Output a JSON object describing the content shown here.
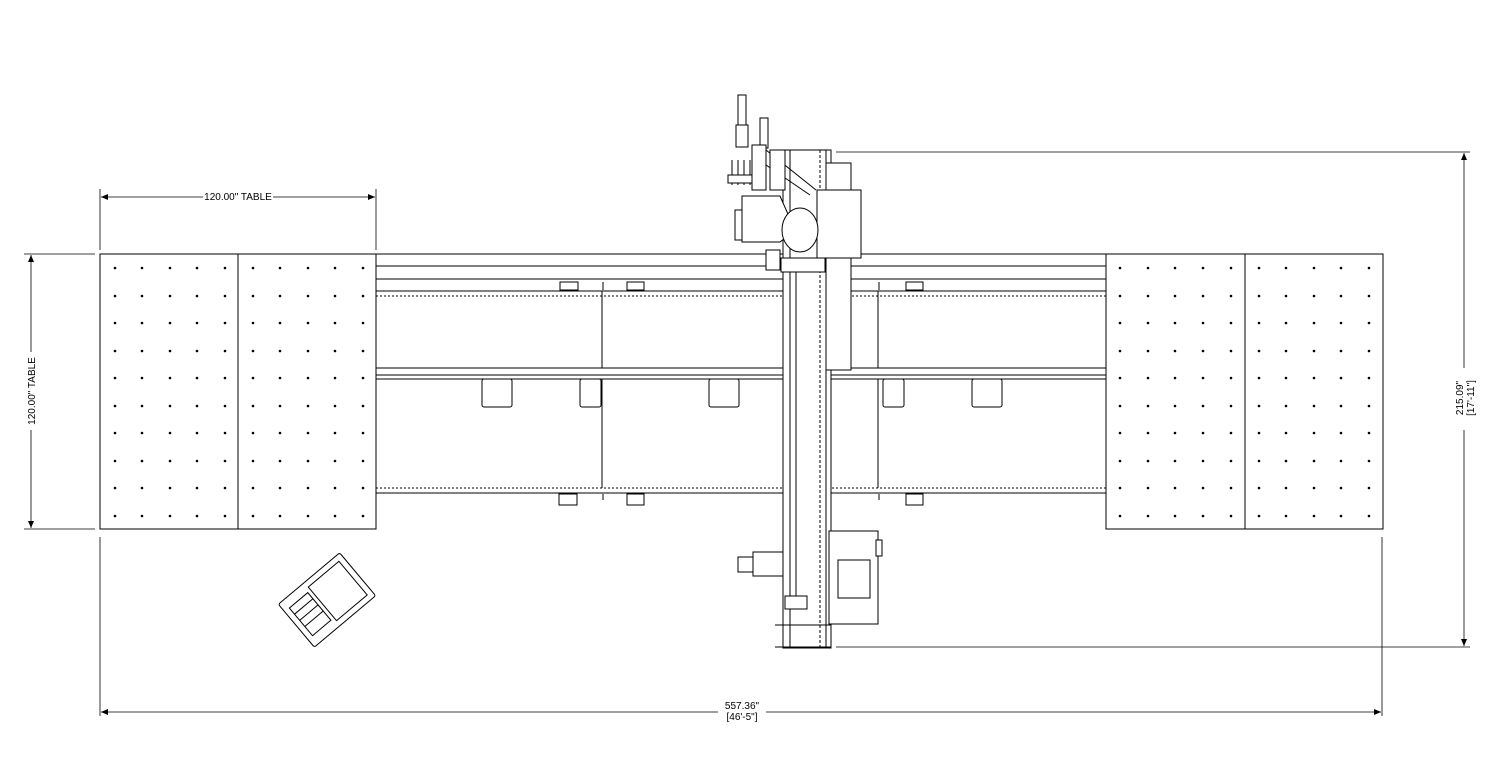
{
  "dimensions": {
    "table_width": "120.00\" TABLE",
    "table_height": "120.00\" TABLE",
    "overall_height_in": "215.09\"",
    "overall_height_ft": "[17'-11\"]",
    "overall_length_in": "557.36\"",
    "overall_length_ft": "[46'-5\"]"
  },
  "colors": {
    "line": "#000000",
    "background": "#ffffff"
  },
  "icons": [
    "table-panel",
    "gantry",
    "torch-head",
    "control-pendant",
    "control-box"
  ]
}
